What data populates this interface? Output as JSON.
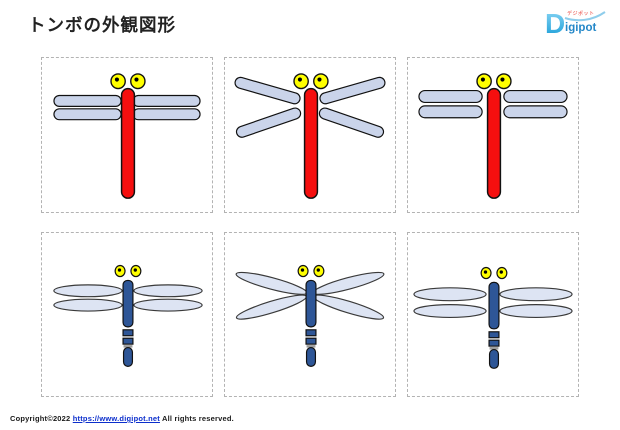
{
  "page": {
    "title": "トンボの外観図形"
  },
  "logo": {
    "initial": "D",
    "rest": "igipot",
    "tagline": "デジポット"
  },
  "colors": {
    "body_red": "#f50f0f",
    "body_blue": "#2e5697",
    "eye_yellow": "#ffff00",
    "wing_light": "#cad4ea",
    "wing_pale": "#dde4f3",
    "outline": "#111111",
    "wing_outline_dark": "#3a3a3a",
    "segment_gray": "#9a9a9a",
    "panel_border": "#b3b3b3",
    "logo_blue": "#2387c8",
    "logo_blue_light": "#8ed8f5",
    "logo_red": "#e8332a",
    "link_blue": "#0b2ecc"
  },
  "panels": [
    {
      "name": "dragonfly-red-straight-wings",
      "body_color": "red",
      "wing_shape": "rounded-bar",
      "wing_pose": "horizontal"
    },
    {
      "name": "dragonfly-red-spread-wings",
      "body_color": "red",
      "wing_shape": "rounded-bar",
      "wing_pose": "angled"
    },
    {
      "name": "dragonfly-red-short-wings",
      "body_color": "red",
      "wing_shape": "rounded-pill",
      "wing_pose": "horizontal-detached"
    },
    {
      "name": "dragonfly-blue-straight-wings",
      "body_color": "blue",
      "wing_shape": "slim-ellipse",
      "wing_pose": "horizontal"
    },
    {
      "name": "dragonfly-blue-spread-wings",
      "body_color": "blue",
      "wing_shape": "slim-ellipse",
      "wing_pose": "angled"
    },
    {
      "name": "dragonfly-blue-oval-wings",
      "body_color": "blue",
      "wing_shape": "wide-ellipse",
      "wing_pose": "horizontal-detached"
    }
  ],
  "footer": {
    "copyright": "Copyright©2022",
    "link": "https://www.digipot.net",
    "rights": "All rights reserved."
  }
}
